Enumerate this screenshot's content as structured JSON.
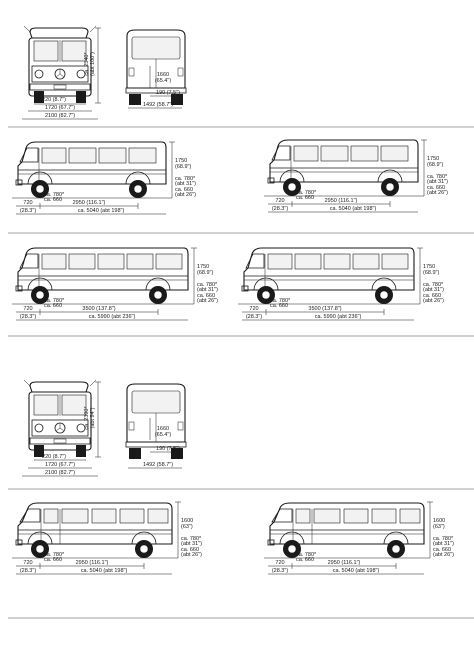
{
  "top_block": {
    "front_view": {
      "height": "ca. 2540*",
      "height_sub": "(abt 100\")",
      "track": "220 (8.7\")",
      "inner_width": "1720 (67.7\")",
      "outer_width": "2100 (82.7\")"
    },
    "rear_view": {
      "height": "1660",
      "height_sub": "(65.4\")",
      "clearance": "190 (7.5\")",
      "track": "1492 (58.7\")"
    },
    "side_views": [
      {
        "height": "1750",
        "height_sub": "(68.9\")",
        "gnd1": "ca. 780*",
        "gnd1_sub": "(abt 31\")",
        "gnd2": "ca. 660",
        "gnd2_sub": "(abt 26\")",
        "front": "720",
        "front_sub": "(28.3\")",
        "wheelbase": "2950 (116.1\")",
        "length": "ca. 5040 (abt 198\")"
      },
      {
        "height": "1750",
        "height_sub": "(68.9\")",
        "gnd1": "ca. 780*",
        "gnd1_sub": "(abt 31\")",
        "gnd2": "ca. 660",
        "gnd2_sub": "(abt 26\")",
        "front": "720",
        "front_sub": "(28.3\")",
        "wheelbase": "2950 (116.1\")",
        "length": "ca. 5040 (abt 198\")"
      },
      {
        "height": "1750",
        "height_sub": "(68.9\")",
        "gnd1": "ca. 780*",
        "gnd1_sub": "(abt 31\")",
        "gnd2": "ca. 660",
        "gnd2_sub": "(abt 26\")",
        "front": "720",
        "front_sub": "(28.3\")",
        "wheelbase": "3500 (137.8\")",
        "length": "ca. 5990 (abt 236\")"
      },
      {
        "height": "1750",
        "height_sub": "(68.9\")",
        "gnd1": "ca. 780*",
        "gnd1_sub": "(abt 31\")",
        "gnd2": "ca. 660",
        "gnd2_sub": "(abt 26\")",
        "front": "720",
        "front_sub": "(28.3\")",
        "wheelbase": "3500 (137.8\")",
        "length": "ca. 5990 (abt 236\")"
      }
    ]
  },
  "bottom_block": {
    "front_view": {
      "height": "ca. 2390*",
      "height_sub": "(abt 94\")",
      "track": "220 (8.7\")",
      "inner_width": "1720 (67.7\")",
      "outer_width": "2100 (82.7\")"
    },
    "rear_view": {
      "height": "1660",
      "height_sub": "(65.4\")",
      "clearance": "190 (7.5\")",
      "track": "1492 (58.7\")"
    },
    "side_views": [
      {
        "height": "1600",
        "height_sub": "(63\")",
        "gnd1": "ca. 780*",
        "gnd1_sub": "(abt 31\")",
        "gnd2": "ca. 660",
        "gnd2_sub": "(abt 26\")",
        "front": "720",
        "front_sub": "(28.3\")",
        "wheelbase": "2950 (116.1\")",
        "length": "ca. 5040 (abt 198\")"
      },
      {
        "height": "1600",
        "height_sub": "(63\")",
        "gnd1": "ca. 780*",
        "gnd1_sub": "(abt 31\")",
        "gnd2": "ca. 660",
        "gnd2_sub": "(abt 26\")",
        "front": "720",
        "front_sub": "(28.3\")",
        "wheelbase": "2950 (116.1\")",
        "length": "ca. 5040 (abt 198\")"
      }
    ]
  }
}
